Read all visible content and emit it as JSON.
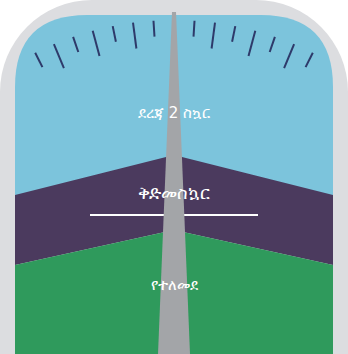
{
  "diagram": {
    "nodes": [
      {
        "text": [
          "ደረጃ 2 ስኳር"
        ]
      },
      {
        "text": [
          "ቅድመስኳር"
        ]
      },
      {
        "text": [
          "የተለመደ"
        ]
      }
    ]
  }
}
